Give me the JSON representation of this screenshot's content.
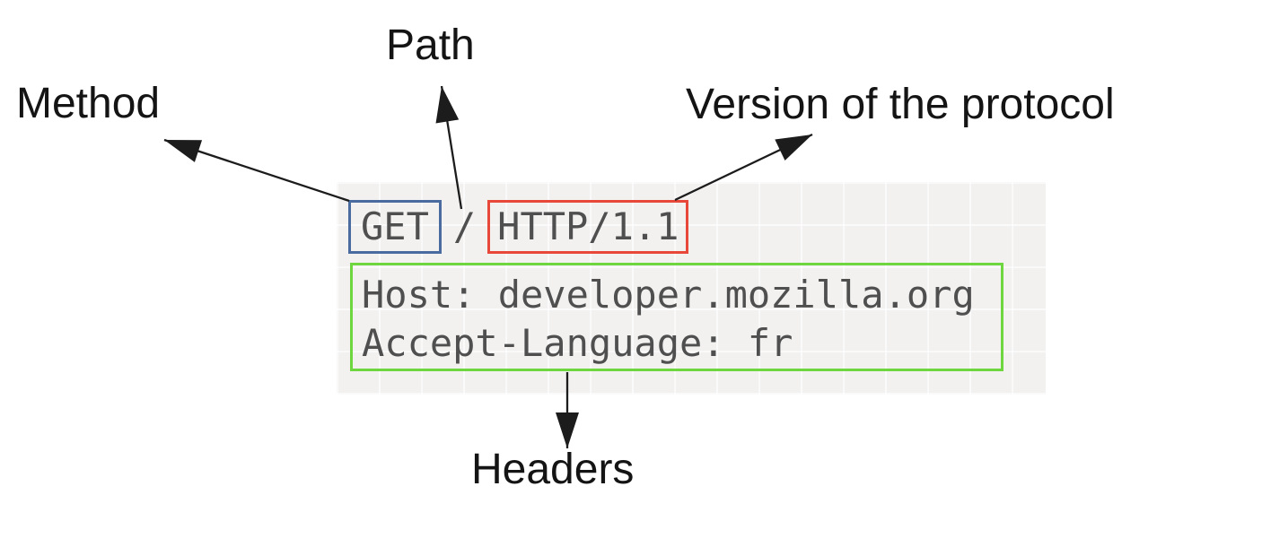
{
  "labels": {
    "method": "Method",
    "path": "Path",
    "version": "Version of the protocol",
    "headers": "Headers"
  },
  "request_line": {
    "method": "GET",
    "path": "/",
    "version": "HTTP/1.1"
  },
  "headers": {
    "lines": [
      "Host: developer.mozilla.org",
      "Accept-Language: fr"
    ]
  },
  "colors": {
    "method_box_border": "#4a6b9f",
    "version_box_border": "#e8483a",
    "headers_box_border": "#6ed63f",
    "code_text": "#4f4f4f",
    "code_background": "#f2f1f0",
    "label_text": "#141414",
    "arrow": "#1c1c1c"
  }
}
